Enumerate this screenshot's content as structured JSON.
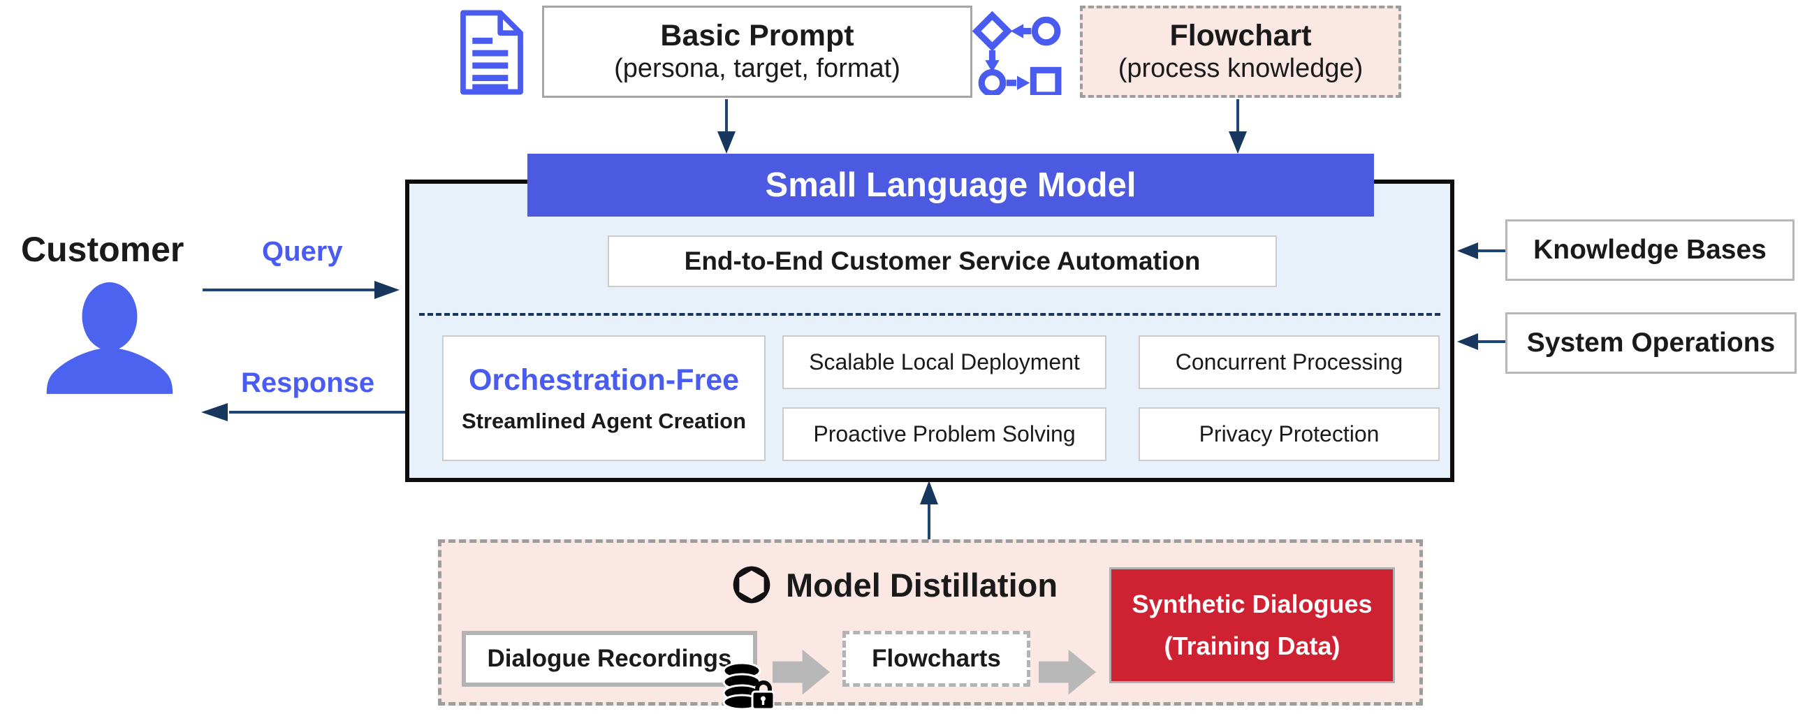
{
  "inputs_top": {
    "basic_prompt": {
      "title": "Basic Prompt",
      "subtitle": "(persona, target, format)"
    },
    "flowchart": {
      "title": "Flowchart",
      "subtitle": "(process knowledge)"
    }
  },
  "customer": {
    "label": "Customer",
    "query": "Query",
    "response": "Response"
  },
  "slm": {
    "header": "Small Language Model",
    "automation": "End-to-End Customer Service Automation",
    "orchestration_title": "Orchestration-Free",
    "orchestration_subtitle": "Streamlined Agent Creation",
    "features": [
      "Scalable Local Deployment",
      "Concurrent Processing",
      "Proactive Problem Solving",
      "Privacy Protection"
    ]
  },
  "right_inputs": {
    "knowledge_bases": "Knowledge Bases",
    "system_operations": "System Operations"
  },
  "distillation": {
    "title": "Model Distillation",
    "step1": "Dialogue Recordings",
    "step2": "Flowcharts",
    "output_line1": "Synthetic Dialogues",
    "output_line2": "(Training Data)"
  },
  "icons": {
    "document-icon": "blue outlined page with text lines",
    "flowchart-icon": "blue diamond-circle-square flow glyph",
    "customer-icon": "blue person silhouette",
    "openai-icon": "black OpenAI knot logo",
    "database-lock-icon": "black disc stack with padlock",
    "block-arrow-icon": "thick gray right arrow",
    "navy-arrow-icon": "dark blue directional arrow"
  },
  "colors": {
    "accent_blue": "#4a5cf0",
    "header_blue": "#4b5ae0",
    "navy_arrow": "#17375e",
    "panel_light_blue": "#e8f1fa",
    "panel_pink": "#fbe7e3",
    "output_red": "#ce2233"
  }
}
